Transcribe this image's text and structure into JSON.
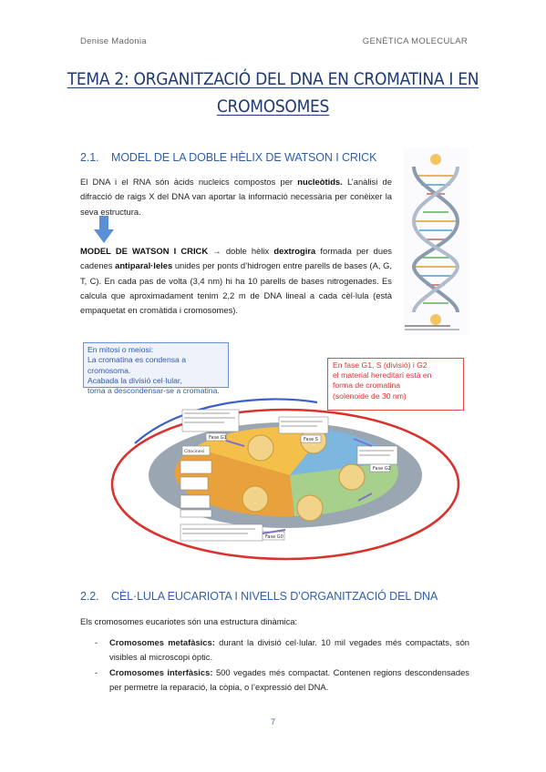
{
  "header": {
    "author": "Denise Madonia",
    "subject": "GENÈTICA MOLECULAR"
  },
  "title": {
    "line1": "TEMA 2: ORGANITZACIÓ DEL DNA EN CROMATINA I EN",
    "line2": "CROMOSOMES"
  },
  "section1": {
    "number": "2.1.",
    "heading": "MODEL DE LA DOBLE HÈLIX DE WATSON I CRICK",
    "p1_a": "El DNA i el RNA són àcids nucleics compostos per ",
    "p1_b": "nucleòtids.",
    "p1_c": " L’anàlisi de difracció de raigs X del DNA van aportar la informació necessària per conèixer la seva estructura.",
    "p2_a": "MODEL DE WATSON I CRICK",
    "p2_b": " → doble hèlix ",
    "p2_c": "dextrogira",
    "p2_d": " formada per dues cadenes ",
    "p2_e": "antiparal·leles",
    "p2_f": " unides per ponts d’hidrogen entre parells de bases (A, G, T, C). En cada pas de volta (3,4 nm) hi ha 10 parells de bases nitrogenades. Es calcula que aproximadament tenim 2,2 m de DNA lineal a cada cèl·lula (està empaquetat en cromàtida i cromosomes)."
  },
  "figure": {
    "callout_left": [
      "En mitosi o meiosi:",
      "La cromatina es condensa a cromosoma.",
      "Acabada la divisió cel·lular,",
      "torna a descondensar-se a cromatina."
    ],
    "callout_right": [
      "En fase G1, S (divisió) i G2",
      "el material hereditari està en",
      " forma de cromatina",
      "(solenoide de 30 nm)"
    ],
    "phase_labels": [
      "Fase G1",
      "Fase S",
      "Fase G2",
      "Citocinesi",
      "Fase G0"
    ]
  },
  "section2": {
    "number": "2.2.",
    "heading": "CÈL·LULA EUCARIOTA I NIVELLS D’ORGANITZACIÓ DEL DNA",
    "intro": "Els cromosomes eucariotes són una estructura dinàmica:",
    "items": [
      {
        "dash": "-",
        "bold": "Cromosomes metafàsics:",
        "text": " durant la divisió cel·lular. 10 mil vegades més compactats, són visibles al microscopi òptic."
      },
      {
        "dash": "-",
        "bold": "Cromosomes interfàsics:",
        "text": " 500 vegades més compactat. Contenen regions descondensades per permetre la reparació, la còpia, o l’expressió del DNA."
      }
    ]
  },
  "page_number": "7",
  "colors": {
    "heading_blue": "#2f5fa8",
    "title_blue": "#1f3a73",
    "arrow_blue": "#5b8fd6",
    "callout_red": "#e03030",
    "callout_blue": "#3358b0"
  }
}
